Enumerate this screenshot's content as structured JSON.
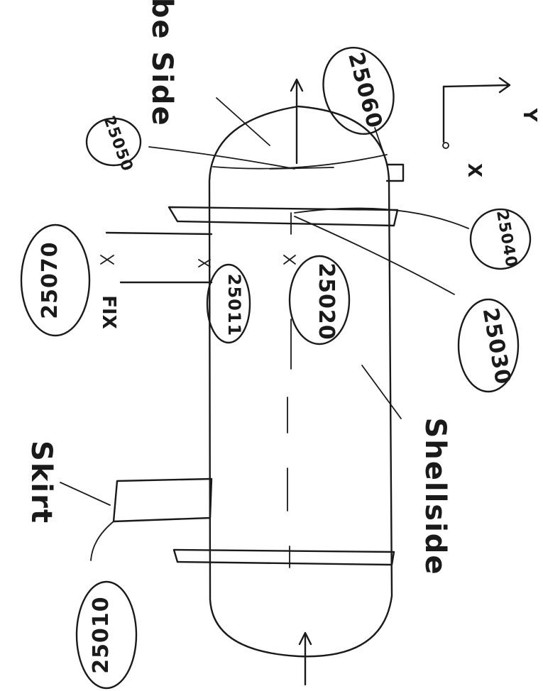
{
  "labels": {
    "tube_side": "Tube Side",
    "shell_side": "Shellside",
    "skirt": "Skirt",
    "fix": "FIX",
    "x_axis": "X",
    "y_axis": "Y"
  },
  "tags": {
    "t1": "25060",
    "t2": "25050",
    "t3": "25040",
    "t4": "25030",
    "t5": "25020",
    "t6": "25011",
    "t7": "25070",
    "t8": "25010"
  }
}
